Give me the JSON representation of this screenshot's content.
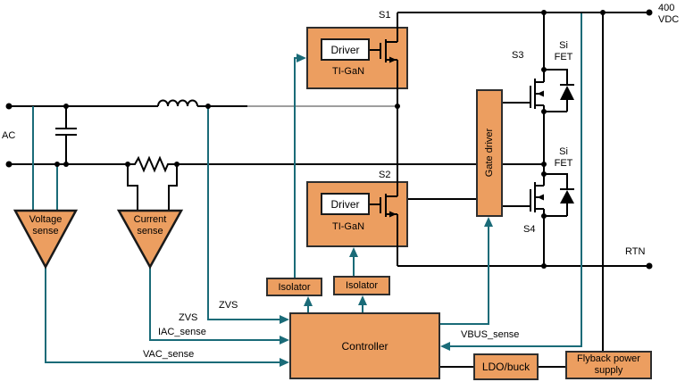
{
  "labels": {
    "ac": "AC",
    "vdc1": "400",
    "vdc2": "VDC",
    "rtn": "RTN",
    "s1": "S1",
    "s2": "S2",
    "s3": "S3",
    "s4": "S4",
    "si1a": "Si",
    "si1b": "FET",
    "si2a": "Si",
    "si2b": "FET",
    "driver1": "Driver",
    "driver2": "Driver",
    "tigan1": "TI-GaN",
    "tigan2": "TI-GaN",
    "gate_driver": "Gate driver",
    "isolator1": "Isolator",
    "isolator2": "Isolator",
    "controller": "Controller",
    "ldo": "LDO/buck",
    "fly1": "Flyback power",
    "fly2": "supply",
    "vsense1": "Voltage",
    "vsense2": "sense",
    "csense1": "Current",
    "csense2": "sense",
    "zvs1": "ZVS",
    "zvs2": "ZVS",
    "iac": "IAC_sense",
    "vac": "VAC_sense",
    "vbus": "VBUS_sense"
  },
  "colors": {
    "block_fill": "#EC9E60",
    "block_border": "#2e2e2e",
    "signal_teal": "#1A6B78",
    "wire_black": "#000000",
    "wire_gray": "#9E9E9E",
    "background": "#FFFFFF"
  }
}
